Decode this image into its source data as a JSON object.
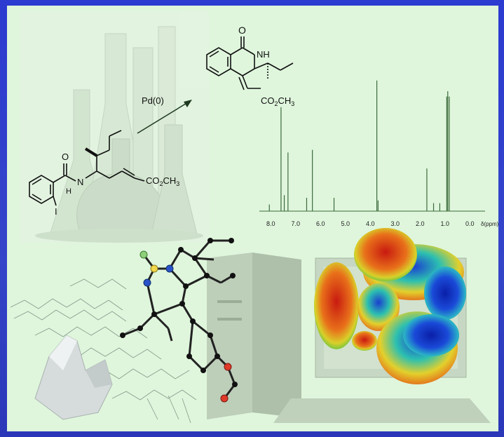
{
  "scheme": {
    "arrow_label": "Pd(0)",
    "product": {
      "carbonyl_o": "O",
      "nh": "NH",
      "ester": "CO",
      "ester_sub": "2",
      "ester_tail": "CH",
      "ester_tail_sub": "3"
    },
    "reactant": {
      "carbonyl_o": "O",
      "amide_n": "N",
      "amide_h": "H",
      "iodo": "I",
      "ester": "CO",
      "ester_sub": "2",
      "ester_tail": "CH",
      "ester_tail_sub": "3"
    }
  },
  "nmr": {
    "ticks": [
      "8.0",
      "7.0",
      "6.0",
      "5.0",
      "4.0",
      "3.0",
      "2.0",
      "1.0",
      "0.0"
    ],
    "unit": "δ(ppm)",
    "peaks": [
      {
        "ppm": 8.05,
        "h": 0.05
      },
      {
        "ppm": 7.58,
        "h": 0.78
      },
      {
        "ppm": 7.45,
        "h": 0.12
      },
      {
        "ppm": 7.3,
        "h": 0.44
      },
      {
        "ppm": 6.55,
        "h": 0.1
      },
      {
        "ppm": 6.32,
        "h": 0.46
      },
      {
        "ppm": 5.45,
        "h": 0.1
      },
      {
        "ppm": 3.73,
        "h": 0.98
      },
      {
        "ppm": 3.68,
        "h": 0.08
      },
      {
        "ppm": 1.72,
        "h": 0.32
      },
      {
        "ppm": 1.45,
        "h": 0.06
      },
      {
        "ppm": 1.2,
        "h": 0.06
      },
      {
        "ppm": 0.92,
        "h": 0.86
      },
      {
        "ppm": 0.88,
        "h": 0.9
      },
      {
        "ppm": 0.82,
        "h": 0.86
      }
    ]
  },
  "colors": {
    "panel": "#dff6dc",
    "frame": "#3340c8",
    "bond": "#111111",
    "arrow": "#1e3a1e",
    "spectrum": "#3d6b3d"
  }
}
